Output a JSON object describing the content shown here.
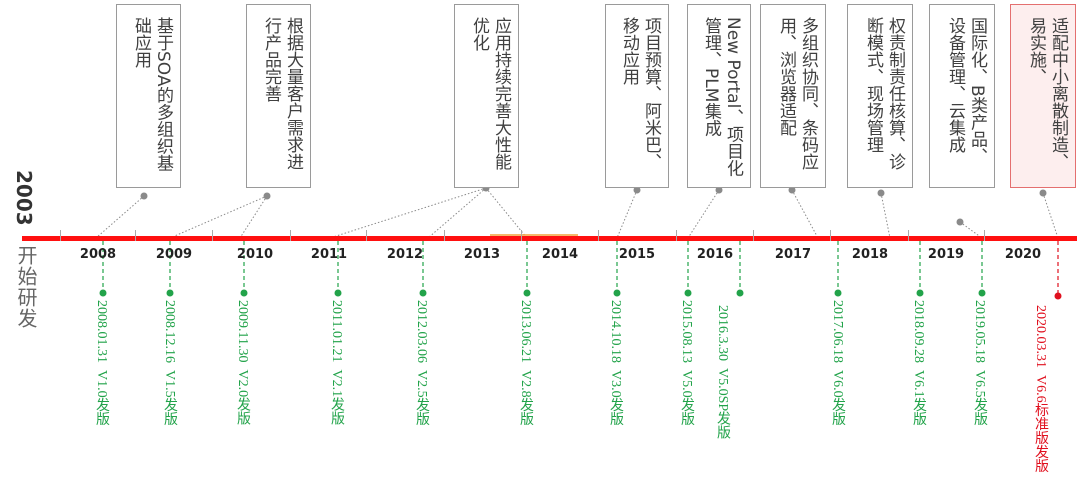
{
  "start": {
    "year": "2003",
    "label": "开始研发"
  },
  "years": [
    "2008",
    "2009",
    "2010",
    "2011",
    "2012",
    "2013",
    "2014",
    "2015",
    "2016",
    "2017",
    "2018",
    "2019",
    "2020"
  ],
  "milestones": [
    {
      "text": "基于SOA的多组织基础应用"
    },
    {
      "text": "根据大量客户需求进行产品完善"
    },
    {
      "text": "应用持续完善大性能优化"
    },
    {
      "text": "项目预算、阿米巴、移动应用"
    },
    {
      "text": "New Portal、项目化管理、PLM集成"
    },
    {
      "text": "多组织协同、条码应用、浏览器适配"
    },
    {
      "text": "权责制责任核算、诊断模式、现场管理"
    },
    {
      "text": "国际化、B类产品、设备管理、云集成"
    },
    {
      "text": "适配中小离散制造、易实施、",
      "highlight": true
    }
  ],
  "releases": [
    {
      "date": "2008.01.31",
      "label": "V1.0发版",
      "color": "green"
    },
    {
      "date": "2008.12.16",
      "label": "V1.5发版",
      "color": "green"
    },
    {
      "date": "2009.11.30",
      "label": "V2.0发版",
      "color": "green"
    },
    {
      "date": "2011.01.21",
      "label": "V2.1发版",
      "color": "green"
    },
    {
      "date": "2012.03.06",
      "label": "V2.5发版",
      "color": "green"
    },
    {
      "date": "2013.06.21",
      "label": "V2.8发版",
      "color": "green"
    },
    {
      "date": "2014.10.18",
      "label": "V3.0发版",
      "color": "green"
    },
    {
      "date": "2015.08.13",
      "label": "V5.0发版",
      "color": "green"
    },
    {
      "date": "2016.3.30",
      "label": "V5.0SP发版",
      "color": "green"
    },
    {
      "date": "2017.06.18",
      "label": "V6.0发版",
      "color": "green"
    },
    {
      "date": "2018.09.28",
      "label": "V6.1发版",
      "color": "green"
    },
    {
      "date": "2019.05.18",
      "label": "V6.5发版",
      "color": "green"
    },
    {
      "date": "2020.03.31",
      "label": "V6.6标准版发版",
      "color": "red"
    }
  ],
  "colors": {
    "axis": "#ff1010",
    "release_green": "#22a34a",
    "release_red": "#e0101e",
    "connector": "#8a8a8a"
  }
}
